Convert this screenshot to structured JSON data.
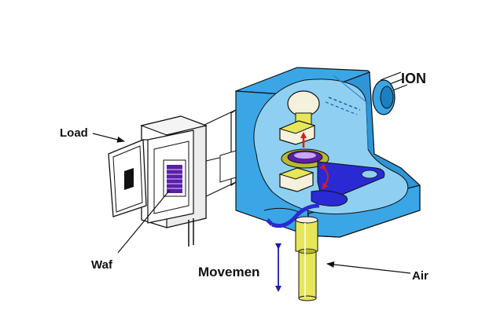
{
  "labels": {
    "load": "Load",
    "ion": "ION",
    "wafer": "Waf",
    "movement": "Movemen",
    "air": "Air"
  },
  "colors": {
    "chamber": "#3aa6e6",
    "chamber_dark": "#1c7fc0",
    "interior": "#8fd0f2",
    "wafer_cassette": "#5a1fa8",
    "arm": "#2a2ad4",
    "lifter": "#e6e65a",
    "lifter_dark": "#b8b832",
    "arrow_red": "#e01a1a",
    "leader_lines": "#111111"
  },
  "icons": [
    "loadlock-cassette-icon",
    "wafer-stack-icon",
    "robot-arm-icon",
    "ion-beam-port-icon",
    "air-cylinder-icon"
  ]
}
